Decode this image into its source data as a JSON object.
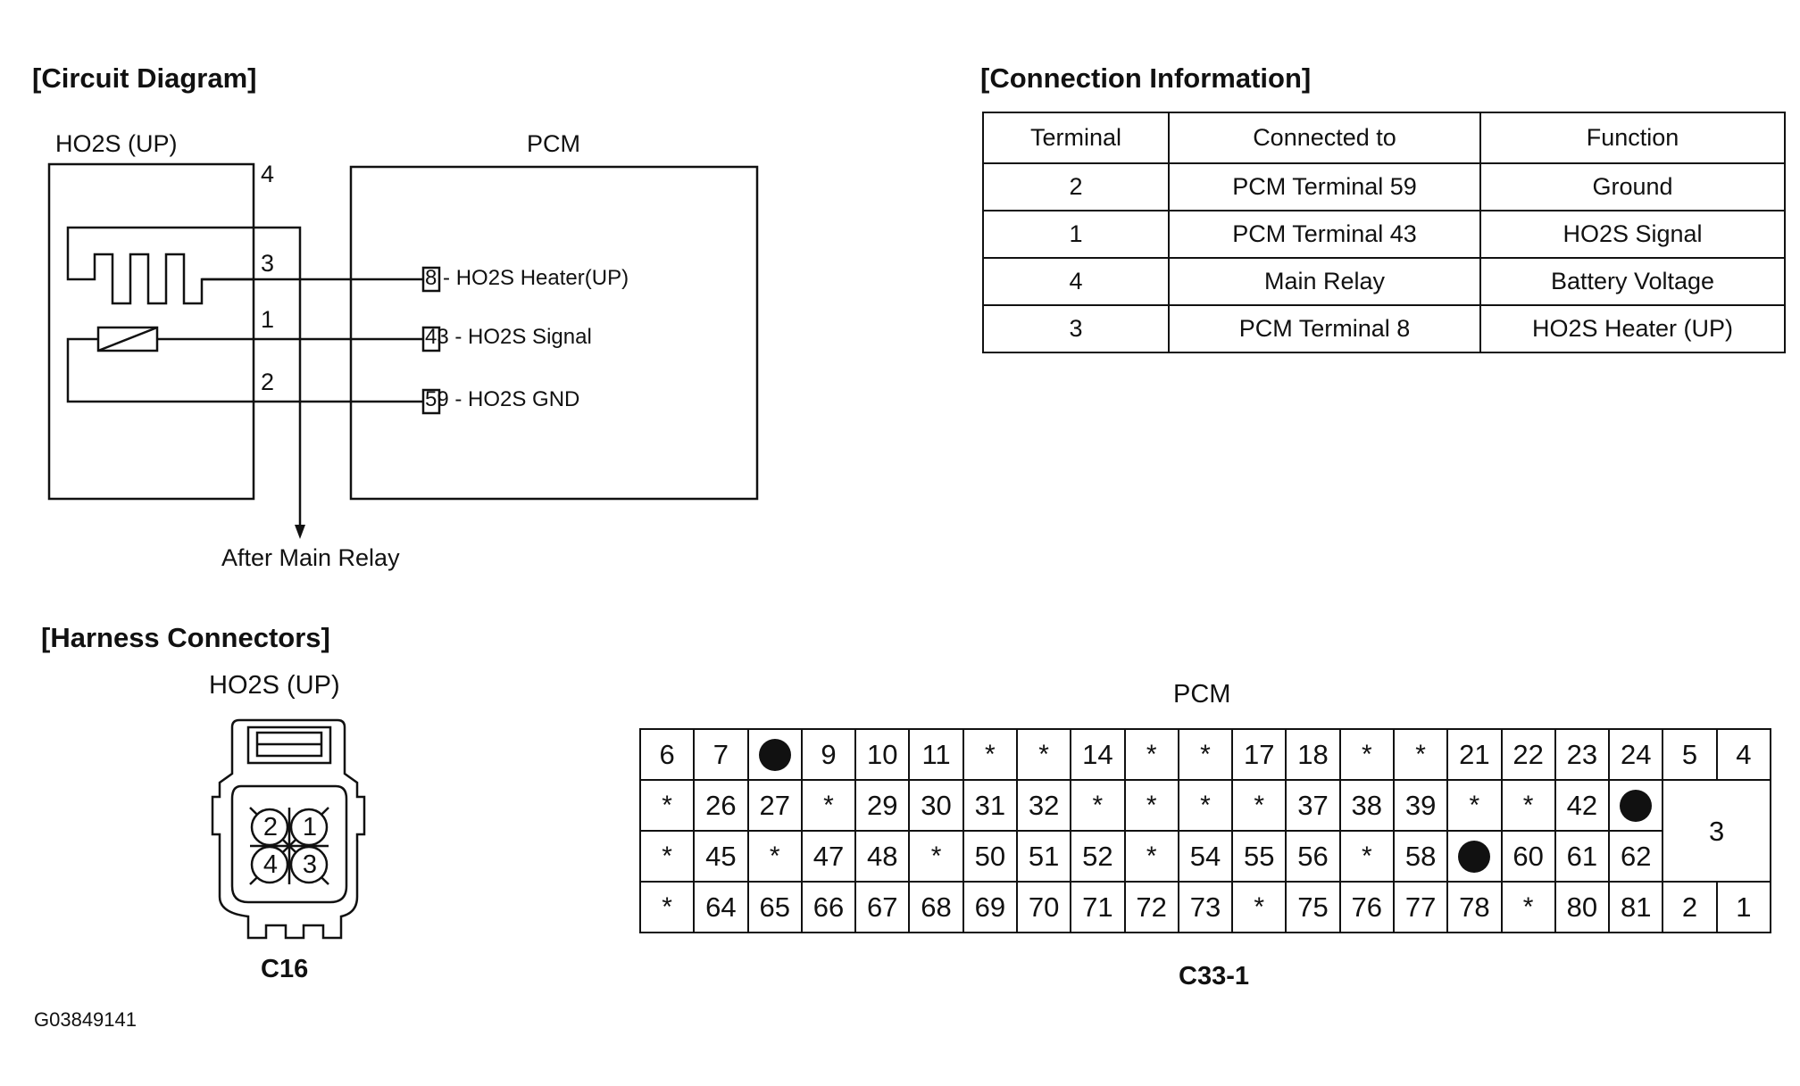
{
  "headings": {
    "circuit": "[Circuit Diagram]",
    "connection": "[Connection Information]",
    "harness": "[Harness Connectors]"
  },
  "circuit": {
    "sensor_label": "HO2S (UP)",
    "pcm_label": "PCM",
    "pins": [
      "4",
      "3",
      "1",
      "2"
    ],
    "pcm_terminals": [
      {
        "num": "8",
        "text": " - HO2S Heater(UP)"
      },
      {
        "num": "43",
        "text": " - HO2S Signal"
      },
      {
        "num": "59",
        "text": " - HO2S GND"
      }
    ],
    "relay_label": "After Main Relay"
  },
  "connection_table": {
    "headers": [
      "Terminal",
      "Connected to",
      "Function"
    ],
    "rows": [
      [
        "2",
        "PCM Terminal 59",
        "Ground"
      ],
      [
        "1",
        "PCM Terminal 43",
        "HO2S Signal"
      ],
      [
        "4",
        "Main Relay",
        "Battery Voltage"
      ],
      [
        "3",
        "PCM Terminal 8",
        "HO2S Heater (UP)"
      ]
    ]
  },
  "harness": {
    "sensor_title": "HO2S (UP)",
    "sensor_pins": [
      "2",
      "1",
      "4",
      "3"
    ],
    "sensor_code": "C16",
    "pcm_title": "PCM",
    "pcm_code": "C33-1",
    "pcm_rows": [
      [
        "6",
        "7",
        "●",
        "9",
        "10",
        "11",
        "*",
        "*",
        "14",
        "*",
        "*",
        "17",
        "18",
        "*",
        "*",
        "21",
        "22",
        "23",
        "24",
        "5",
        "4"
      ],
      [
        "*",
        "26",
        "27",
        "*",
        "29",
        "30",
        "31",
        "32",
        "*",
        "*",
        "*",
        "*",
        "37",
        "38",
        "39",
        "*",
        "*",
        "42",
        "●"
      ],
      [
        "*",
        "45",
        "*",
        "47",
        "48",
        "*",
        "50",
        "51",
        "52",
        "*",
        "54",
        "55",
        "56",
        "*",
        "58",
        "●",
        "60",
        "61",
        "62"
      ],
      [
        "*",
        "64",
        "65",
        "66",
        "67",
        "68",
        "69",
        "70",
        "71",
        "72",
        "73",
        "*",
        "75",
        "76",
        "77",
        "78",
        "*",
        "80",
        "81",
        "2",
        "1"
      ]
    ],
    "pcm_big_pin": "3"
  },
  "figure_id": "G03849141"
}
